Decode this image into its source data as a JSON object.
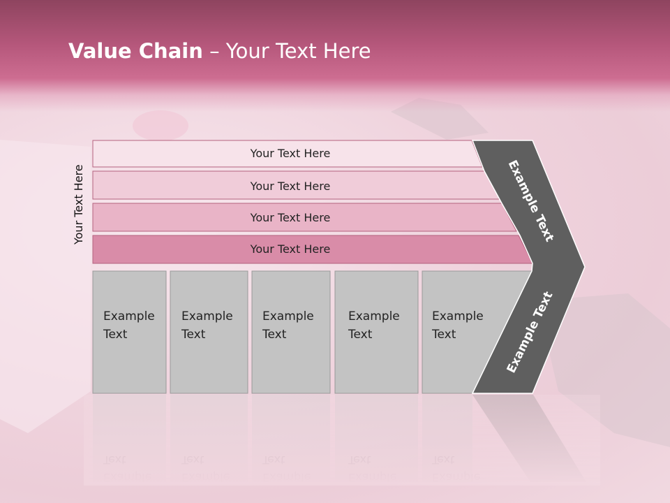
{
  "title": {
    "bold": "Value Chain",
    "rest": " – Your Text Here"
  },
  "side_label": "Your Text Here",
  "bars": [
    {
      "label": "Your Text Here",
      "fill": "#f7e3ea"
    },
    {
      "label": "Your Text Here",
      "fill": "#f0ccd9"
    },
    {
      "label": "Your Text Here",
      "fill": "#e9b4c7"
    },
    {
      "label": "Your Text Here",
      "fill": "#d98ca8"
    }
  ],
  "boxes": [
    {
      "line1": "Example",
      "line2": "Text"
    },
    {
      "line1": "Example",
      "line2": "Text"
    },
    {
      "line1": "Example",
      "line2": "Text"
    },
    {
      "line1": "Example",
      "line2": "Text"
    },
    {
      "line1": "Example",
      "line2": "Text"
    }
  ],
  "chevron": {
    "upper": "Example Text",
    "lower": "Example Text"
  },
  "colors": {
    "header": "#b5577b",
    "box": "#c3c3c3",
    "chevron": "#5f5f5f",
    "bar_border": "#b4627e"
  }
}
